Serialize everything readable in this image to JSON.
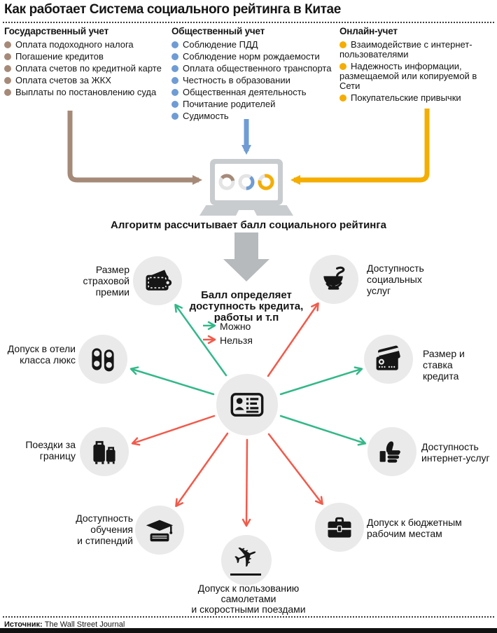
{
  "title": "Как работает Система социального рейтинга в Китае",
  "columns": [
    {
      "header": "Государственный учет",
      "color": "#a68a78",
      "items": [
        "Оплата подоходного налога",
        "Погашение кредитов",
        "Оплата счетов по кредитной карте",
        "Оплата счетов за ЖКХ",
        "Выплаты по постановлению суда"
      ]
    },
    {
      "header": "Общественный учет",
      "color": "#6f9cd4",
      "items": [
        "Соблюдение ПДД",
        "Соблюдение норм рождаемости",
        "Оплата общественного транспорта",
        "Честность в образовании",
        "Общественная деятельность",
        "Почитание родителей",
        "Судимость"
      ]
    },
    {
      "header": "Онлайн-учет",
      "color": "#f5ad00",
      "items": [
        "Взаимодействие с интернет-пользователями",
        "Надежность информации, размещаемой или копируемой в Сети",
        "Покупательские привычки"
      ]
    }
  ],
  "algorithm_caption": "Алгоритм рассчитывает балл социального рейтинга",
  "score": {
    "lines": [
      "Балл определяет",
      "доступность кредита,",
      "работы и т.п"
    ]
  },
  "legend": {
    "allowed": {
      "label": "Можно",
      "color": "#33b889"
    },
    "forbidden": {
      "label": "Нельзя",
      "color": "#f25a4a"
    }
  },
  "outcomes": {
    "insurance": {
      "lines": [
        "Размер",
        "страховой",
        "премии"
      ],
      "status": "allowed",
      "icon": "wallet-icon"
    },
    "social_services": {
      "lines": [
        "Доступность",
        "социальных",
        "услуг"
      ],
      "status": "forbidden",
      "icon": "snake-bowl-icon"
    },
    "luxury_hotels": {
      "lines": [
        "Допуск в отели",
        "класса люкс"
      ],
      "status": "allowed",
      "icon": "door-tags-icon"
    },
    "credit_terms": {
      "lines": [
        "Размер и ставка",
        "кредита"
      ],
      "status": "allowed",
      "icon": "credit-cards-icon"
    },
    "travel_abroad": {
      "lines": [
        "Поездки за",
        "границу"
      ],
      "status": "forbidden",
      "icon": "luggage-icon"
    },
    "internet_services": {
      "lines": [
        "Доступность",
        "интернет-услуг"
      ],
      "status": "allowed",
      "icon": "thumbs-up-icon"
    },
    "education": {
      "lines": [
        "Доступность",
        "обучения",
        "и стипендий"
      ],
      "status": "forbidden",
      "icon": "graduation-book-icon"
    },
    "fast_transport": {
      "lines": [
        "Допуск к пользованию",
        "самолетами",
        "и скоростными поездами"
      ],
      "status": "forbidden",
      "icon": "airplane-icon"
    },
    "state_jobs": {
      "lines": [
        "Допуск к бюджетным",
        "рабочим местам"
      ],
      "status": "forbidden",
      "icon": "briefcase-icon"
    }
  },
  "plane_glyph": "✈",
  "source": {
    "prefix": "Источник:",
    "text": " The Wall Street Journal"
  }
}
